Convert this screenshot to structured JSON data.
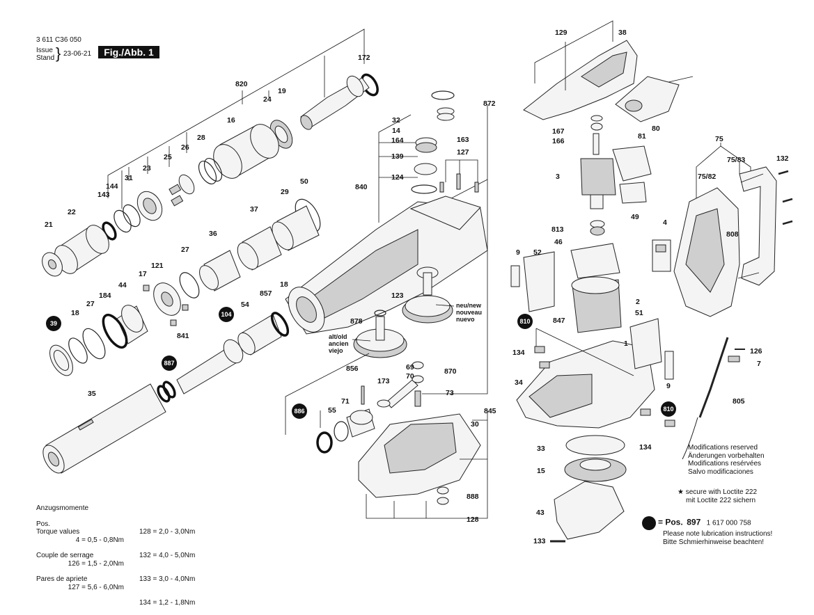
{
  "header": {
    "doc_number": "3 611 C36 050",
    "issue_label": "Issue",
    "stand_label": "Stand",
    "date": "23-06-21",
    "figure_label": "Fig./Abb. 1"
  },
  "parts": [
    {
      "id": "p172",
      "label": "172"
    },
    {
      "id": "p820",
      "label": "820"
    },
    {
      "id": "p19",
      "label": "19"
    },
    {
      "id": "p24",
      "label": "24"
    },
    {
      "id": "p16",
      "label": "16"
    },
    {
      "id": "p28",
      "label": "28"
    },
    {
      "id": "p26",
      "label": "26"
    },
    {
      "id": "p25",
      "label": "25"
    },
    {
      "id": "p23",
      "label": "23"
    },
    {
      "id": "p31",
      "label": "31"
    },
    {
      "id": "p144",
      "label": "144"
    },
    {
      "id": "p143",
      "label": "143"
    },
    {
      "id": "p22",
      "label": "22"
    },
    {
      "id": "p21",
      "label": "21"
    },
    {
      "id": "p29",
      "label": "29"
    },
    {
      "id": "p50",
      "label": "50"
    },
    {
      "id": "p37",
      "label": "37"
    },
    {
      "id": "p36",
      "label": "36"
    },
    {
      "id": "p27a",
      "label": "27"
    },
    {
      "id": "p17",
      "label": "17"
    },
    {
      "id": "p121",
      "label": "121"
    },
    {
      "id": "p44",
      "label": "44"
    },
    {
      "id": "p184",
      "label": "184"
    },
    {
      "id": "p27b",
      "label": "27"
    },
    {
      "id": "p18a",
      "label": "18"
    },
    {
      "id": "p39",
      "label": "39"
    },
    {
      "id": "p841",
      "label": "841"
    },
    {
      "id": "p887",
      "label": "887"
    },
    {
      "id": "p35",
      "label": "35"
    },
    {
      "id": "p104",
      "label": "104"
    },
    {
      "id": "p54",
      "label": "54"
    },
    {
      "id": "p857",
      "label": "857"
    },
    {
      "id": "p18b",
      "label": "18"
    },
    {
      "id": "p32",
      "label": "32"
    },
    {
      "id": "p14",
      "label": "14"
    },
    {
      "id": "p164",
      "label": "164"
    },
    {
      "id": "p139",
      "label": "139"
    },
    {
      "id": "p840",
      "label": "840"
    },
    {
      "id": "p124",
      "label": "124"
    },
    {
      "id": "p872",
      "label": "872"
    },
    {
      "id": "p163",
      "label": "163"
    },
    {
      "id": "p127",
      "label": "127"
    },
    {
      "id": "p123",
      "label": "123"
    },
    {
      "id": "p878",
      "label": "878"
    },
    {
      "id": "p856",
      "label": "856"
    },
    {
      "id": "p71",
      "label": "71"
    },
    {
      "id": "p173",
      "label": "173"
    },
    {
      "id": "p870",
      "label": "870"
    },
    {
      "id": "p69",
      "label": "69"
    },
    {
      "id": "p70",
      "label": "70"
    },
    {
      "id": "p73",
      "label": "73"
    },
    {
      "id": "p55",
      "label": "55"
    },
    {
      "id": "p886",
      "label": "886"
    },
    {
      "id": "p845",
      "label": "845"
    },
    {
      "id": "p30",
      "label": "30"
    },
    {
      "id": "p888",
      "label": "888"
    },
    {
      "id": "p128",
      "label": "128"
    },
    {
      "id": "p129",
      "label": "129"
    },
    {
      "id": "p38",
      "label": "38"
    },
    {
      "id": "p167",
      "label": "167"
    },
    {
      "id": "p166",
      "label": "166"
    },
    {
      "id": "p80",
      "label": "80"
    },
    {
      "id": "p81",
      "label": "81"
    },
    {
      "id": "p3",
      "label": "3"
    },
    {
      "id": "p49",
      "label": "49"
    },
    {
      "id": "p813",
      "label": "813"
    },
    {
      "id": "p46",
      "label": "46"
    },
    {
      "id": "p9a",
      "label": "9"
    },
    {
      "id": "p52",
      "label": "52"
    },
    {
      "id": "p2",
      "label": "2"
    },
    {
      "id": "p847",
      "label": "847"
    },
    {
      "id": "p51",
      "label": "51"
    },
    {
      "id": "p810a",
      "label": "810"
    },
    {
      "id": "p1",
      "label": "1"
    },
    {
      "id": "p134a",
      "label": "134"
    },
    {
      "id": "p34",
      "label": "34"
    },
    {
      "id": "p9b",
      "label": "9"
    },
    {
      "id": "p810b",
      "label": "810"
    },
    {
      "id": "p134b",
      "label": "134"
    },
    {
      "id": "p33",
      "label": "33"
    },
    {
      "id": "p15",
      "label": "15"
    },
    {
      "id": "p43",
      "label": "43"
    },
    {
      "id": "p133",
      "label": "133"
    },
    {
      "id": "p75",
      "label": "75"
    },
    {
      "id": "p7583",
      "label": "75/83"
    },
    {
      "id": "p7582",
      "label": "75/82"
    },
    {
      "id": "p132",
      "label": "132"
    },
    {
      "id": "p4",
      "label": "4"
    },
    {
      "id": "p808",
      "label": "808"
    },
    {
      "id": "p126",
      "label": "126"
    },
    {
      "id": "p7",
      "label": "7"
    },
    {
      "id": "p805",
      "label": "805"
    }
  ],
  "gear_labels": {
    "new": [
      "neu/new",
      "nouveau",
      "nuevo"
    ],
    "old": [
      "alt/old",
      "ancien",
      "viejo"
    ]
  },
  "torque": {
    "titles": [
      "Anzugsmomente",
      "Torque values",
      "Couple de serrage",
      "Pares de apriete"
    ],
    "pos_label": "Pos.",
    "rows": [
      {
        "left": "4 = 0,5 - 0,8Nm",
        "right": "128 = 2,0 - 3,0Nm"
      },
      {
        "left": "126 = 1,5 - 2,0Nm",
        "right": "132 = 4,0 - 5,0Nm"
      },
      {
        "left": "127 = 5,6 - 6,0Nm",
        "right": "133 = 3,0 - 4,0Nm"
      },
      {
        "left": "",
        "right": "134 = 1,2 - 1,8Nm"
      }
    ]
  },
  "notes": {
    "modifications": [
      "Modifications reserved",
      "Änderungen vorbehalten",
      "Modifications resérvées",
      "Salvo modificaciones"
    ],
    "loctite": [
      "secure with Loctite 222",
      "mit Loctite 222 sichern"
    ],
    "lubrication": {
      "prefix": "= Pos.",
      "pos": "897",
      "part_no": "1 617 000 758",
      "lines": [
        "Please note lubrication instructions!",
        "Bitte Schmierhinweise beachten!"
      ]
    }
  }
}
